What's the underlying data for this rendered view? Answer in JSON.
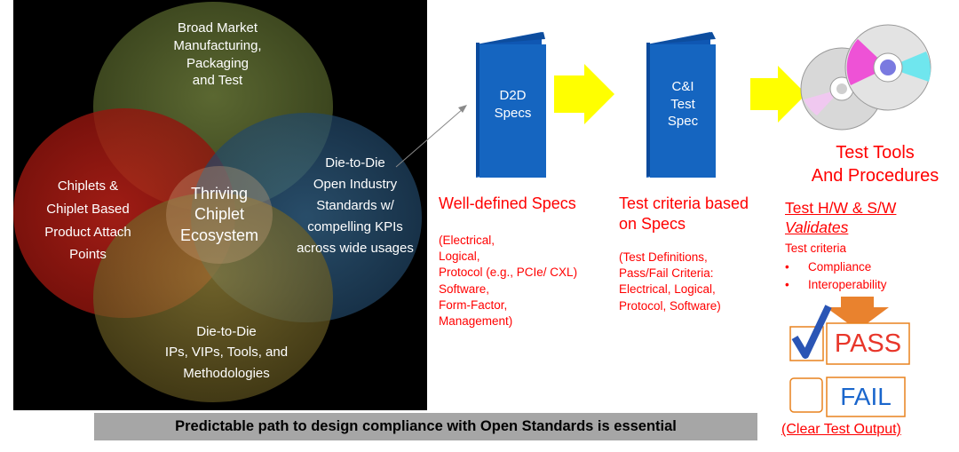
{
  "venn": {
    "top": [
      "Broad Market",
      "Manufacturing,",
      "Packaging",
      "and Test"
    ],
    "left": [
      "Chiplets &",
      "Chiplet Based",
      "Product Attach",
      "Points"
    ],
    "center": [
      "Thriving",
      "Chiplet",
      "Ecosystem"
    ],
    "right": [
      "Die-to-Die",
      "Open Industry",
      "Standards w/",
      "compelling KPIs",
      "across wide usages"
    ],
    "bottom": [
      "Die-to-Die",
      "IPs, VIPs, Tools, and",
      "Methodologies"
    ]
  },
  "books": {
    "d2d": [
      "D2D",
      "Specs"
    ],
    "ci": [
      "C&I",
      "Test",
      "Spec"
    ]
  },
  "well_defined": {
    "heading": [
      "Well-defined Specs"
    ],
    "details": [
      "(Electrical,",
      "Logical,",
      "Protocol (e.g., PCIe/ CXL)",
      "Software,",
      "Form-Factor,",
      "Management)"
    ]
  },
  "test_criteria": {
    "heading": [
      "Test criteria based",
      "on Specs"
    ],
    "details": [
      "(Test Definitions,",
      "Pass/Fail Criteria:",
      "Electrical, Logical,",
      "Protocol,  Software)"
    ]
  },
  "tools": {
    "heading": [
      "Test Tools",
      "And Procedures"
    ],
    "hw_sw": "Test H/W & S/W",
    "validates": "Validates",
    "criteria_label": "Test criteria",
    "criteria": [
      "Compliance",
      "Interoperability"
    ],
    "pass": "PASS",
    "fail": "FAIL",
    "clear_output": "(Clear Test Output)"
  },
  "banner": "Predictable path to design compliance with Open Standards is essential",
  "colors": {
    "book_blue": "#1565c0",
    "arrow_yellow": "#ffff00",
    "heading_red": "#ff0000",
    "pass_red": "#e8362a",
    "fail_blue": "#1a66cc",
    "check_blue": "#2a55b5",
    "down_arrow_orange": "#e9822e"
  }
}
